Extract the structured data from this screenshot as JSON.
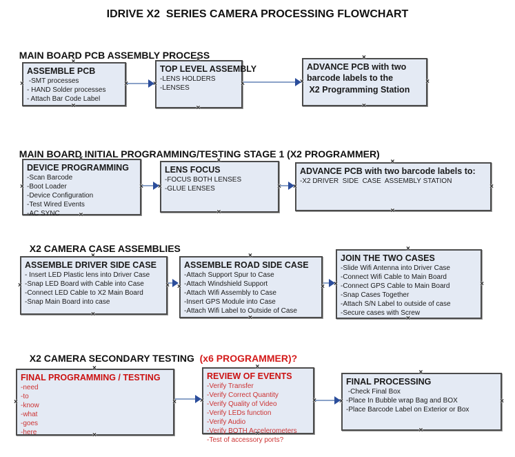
{
  "title": "IDRIVE X2  SERIES CAMERA PROCESSING FLOWCHART",
  "icons": {
    "connection_point": "×"
  },
  "colors": {
    "box_fill": "#e4eaf4",
    "box_border": "#4b4b4b",
    "arrow_line": "#8aa2c8",
    "arrow_head": "#2b4d9b",
    "red_title": "#cc1111",
    "red_item": "#cc3333",
    "heading_red": "#d31a1a",
    "text": "#1a1a1a"
  },
  "sections": [
    {
      "heading": "MAIN BOARD PCB ASSEMBLY PROCESS",
      "heading_suffix": "",
      "boxes": [
        {
          "title": "ASSEMBLE PCB",
          "items": [
            " -SMT processes",
            "- HAND Solder processes",
            "- Attach Bar Code Label"
          ]
        },
        {
          "title": "TOP LEVEL ASSEMBLY",
          "items": [
            "-LENS HOLDERS",
            "-LENSES"
          ]
        },
        {
          "title": "ADVANCE PCB with two",
          "items": [
            "barcode labels to the",
            " X2 Programming Station"
          ]
        }
      ]
    },
    {
      "heading": "MAIN BOARD INITIAL PROGRAMMING/TESTING STAGE 1 (X2 PROGRAMMER)",
      "heading_suffix": "",
      "boxes": [
        {
          "title": "DEVICE PROGRAMMING",
          "items": [
            "-Scan Barcode",
            "-Boot Loader",
            "-Device Configuration",
            "-Test Wired Events",
            "-AC SYNC"
          ]
        },
        {
          "title": "LENS FOCUS",
          "items": [
            "-FOCUS BOTH LENSES",
            "-GLUE LENSES"
          ]
        },
        {
          "title": "ADVANCE PCB with two barcode labels to:",
          "items": [
            "-X2 DRIVER  SIDE  CASE  ASSEMBLY STATION"
          ]
        }
      ]
    },
    {
      "heading": "X2 CAMERA CASE ASSEMBLIES",
      "heading_suffix": "",
      "boxes": [
        {
          "title": "ASSEMBLE DRIVER SIDE CASE",
          "items": [
            "- Insert LED Plastic lens into Driver Case",
            "-Snap LED Board with Cable into Case",
            "-Connect LED Cable to X2 Main Board",
            "-Snap Main Board into case"
          ]
        },
        {
          "title": "ASSEMBLE ROAD SIDE CASE",
          "items": [
            "-Attach Support Spur to Case",
            "-Attach Windshield Support",
            "-Attach Wifi Assembly to Case",
            "-Insert GPS Module into Case",
            "-Attach Wifi Label to Outside of Case"
          ]
        },
        {
          "title": "JOIN THE TWO CASES",
          "items": [
            "-Slide Wifi Antenna into Driver Case",
            "-Connect Wifi Cable to Main Board",
            "-Connect GPS Cable to Main Board",
            "-Snap Cases Together",
            "-Attach S/N Label to outside of case",
            "-Secure cases with Screw"
          ]
        }
      ]
    },
    {
      "heading": "X2 CAMERA SECONDARY TESTING ",
      "heading_suffix": " (x6 PROGRAMMER)?",
      "boxes": [
        {
          "title": "FINAL PROGRAMMING / TESTING",
          "items": [
            "-need",
            "-to",
            "-know",
            "-what",
            "-goes",
            "-here"
          ]
        },
        {
          "title": "REVIEW OF EVENTS",
          "items": [
            "-Verify Transfer",
            "-Verify Correct Quantity",
            "-Verify Quality of Video",
            "-Verify LEDs function",
            "-Verify Audio",
            "-Verify BOTH Accelerometers",
            "-Test of accessory ports?"
          ]
        },
        {
          "title": "FINAL PROCESSING",
          "items": [
            " -Check Final Box",
            "-Place In Bubble wrap Bag and BOX",
            "-Place Barcode Label on Exterior or Box"
          ]
        }
      ]
    }
  ]
}
